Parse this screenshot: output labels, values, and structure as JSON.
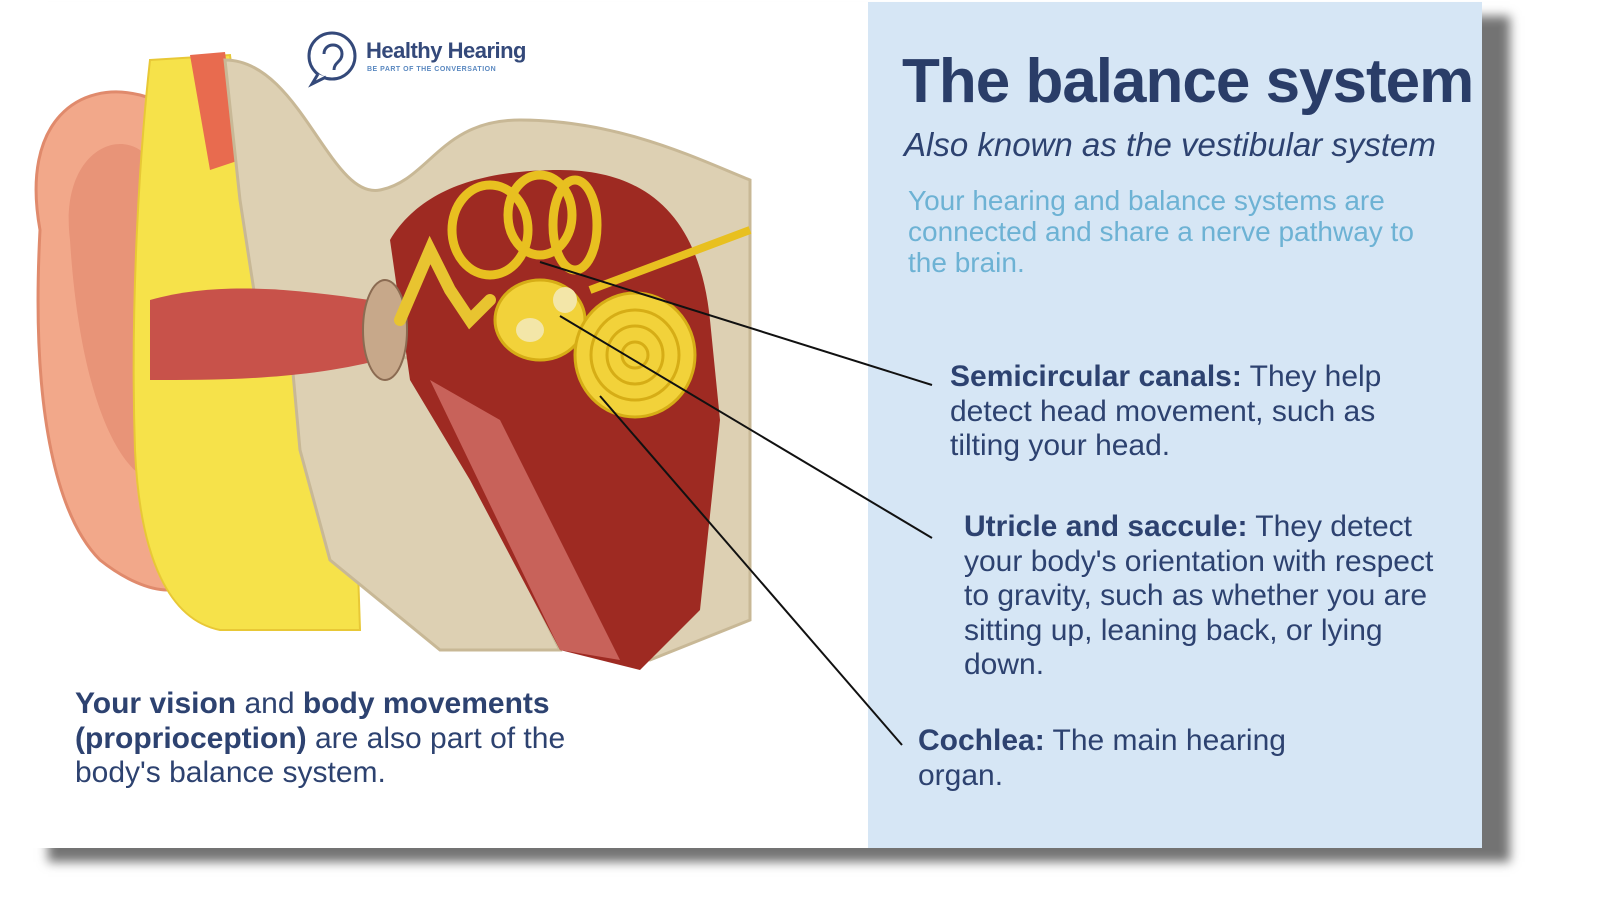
{
  "logo": {
    "name": "Healthy Hearing",
    "tagline": "BE PART OF THE CONVERSATION"
  },
  "title": "The balance system",
  "subtitle": "Also known as the vestibular system",
  "intro": "Your hearing and balance systems are connected and share a nerve pathway to the brain.",
  "labels": [
    {
      "term": "Semicircular canals:",
      "text": " They help detect head movement, such as tilting your head."
    },
    {
      "term": "Utricle and saccule:",
      "text": " They detect your body's orientation with respect to gravity, such as whether you are sitting up, leaning back, or lying down."
    },
    {
      "term": "Cochlea:",
      "text": " The main hearing organ."
    }
  ],
  "vision_note": {
    "bold1": "Your vision",
    "mid1": " and ",
    "bold2": "body movements (proprioception)",
    "rest": " are also part of the body's balance system."
  },
  "colors": {
    "panel": "#d6e6f5",
    "navy": "#2a3d68",
    "accent": "#6db2d4"
  }
}
